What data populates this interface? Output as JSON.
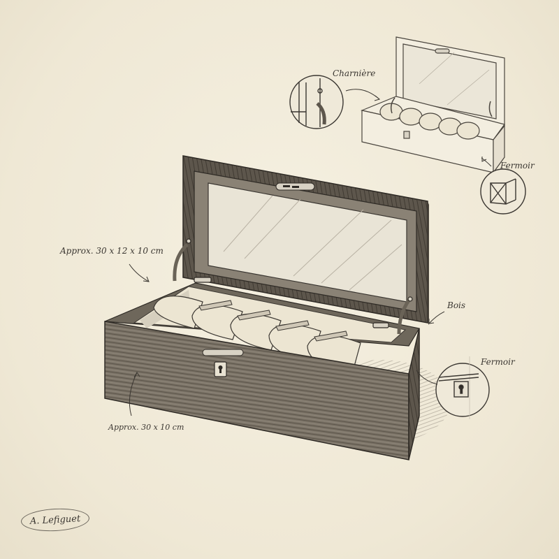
{
  "illustration": {
    "subject": "wooden watch box with glass lid, 5 watch cushions",
    "style": "pencil sketch on cream paper",
    "colors": {
      "paper": "#f2ecdc",
      "ink": "#3a3631",
      "wood_dark": "#5d564c",
      "wood_mid": "#8a8275",
      "cushion": "#ece5d2"
    }
  },
  "labels": {
    "hinge": "Charnière",
    "clasp_top": "Fermoir",
    "outer_dims": "Approx. 30 x 12 x 10 cm",
    "wood": "Bois",
    "clasp_main": "Fermoir",
    "front_dims": "Approx. 30 x 10 cm"
  },
  "signature": "A. Lefiguet",
  "cushion_count": 5
}
